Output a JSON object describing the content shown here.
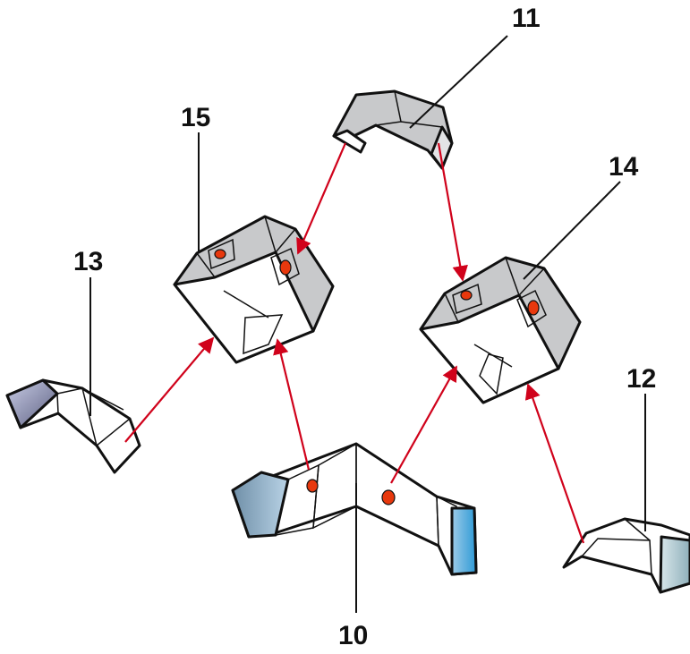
{
  "labels": {
    "part_10": "10",
    "part_11": "11",
    "part_12": "12",
    "part_13": "13",
    "part_14": "14",
    "part_15": "15"
  },
  "colors": {
    "arrow": "#d0021b",
    "hole": "#e8380d",
    "grey_face": "#c8c9cb",
    "dark_face": "#8e9fb0",
    "blue_face": "#3fa9e0"
  }
}
